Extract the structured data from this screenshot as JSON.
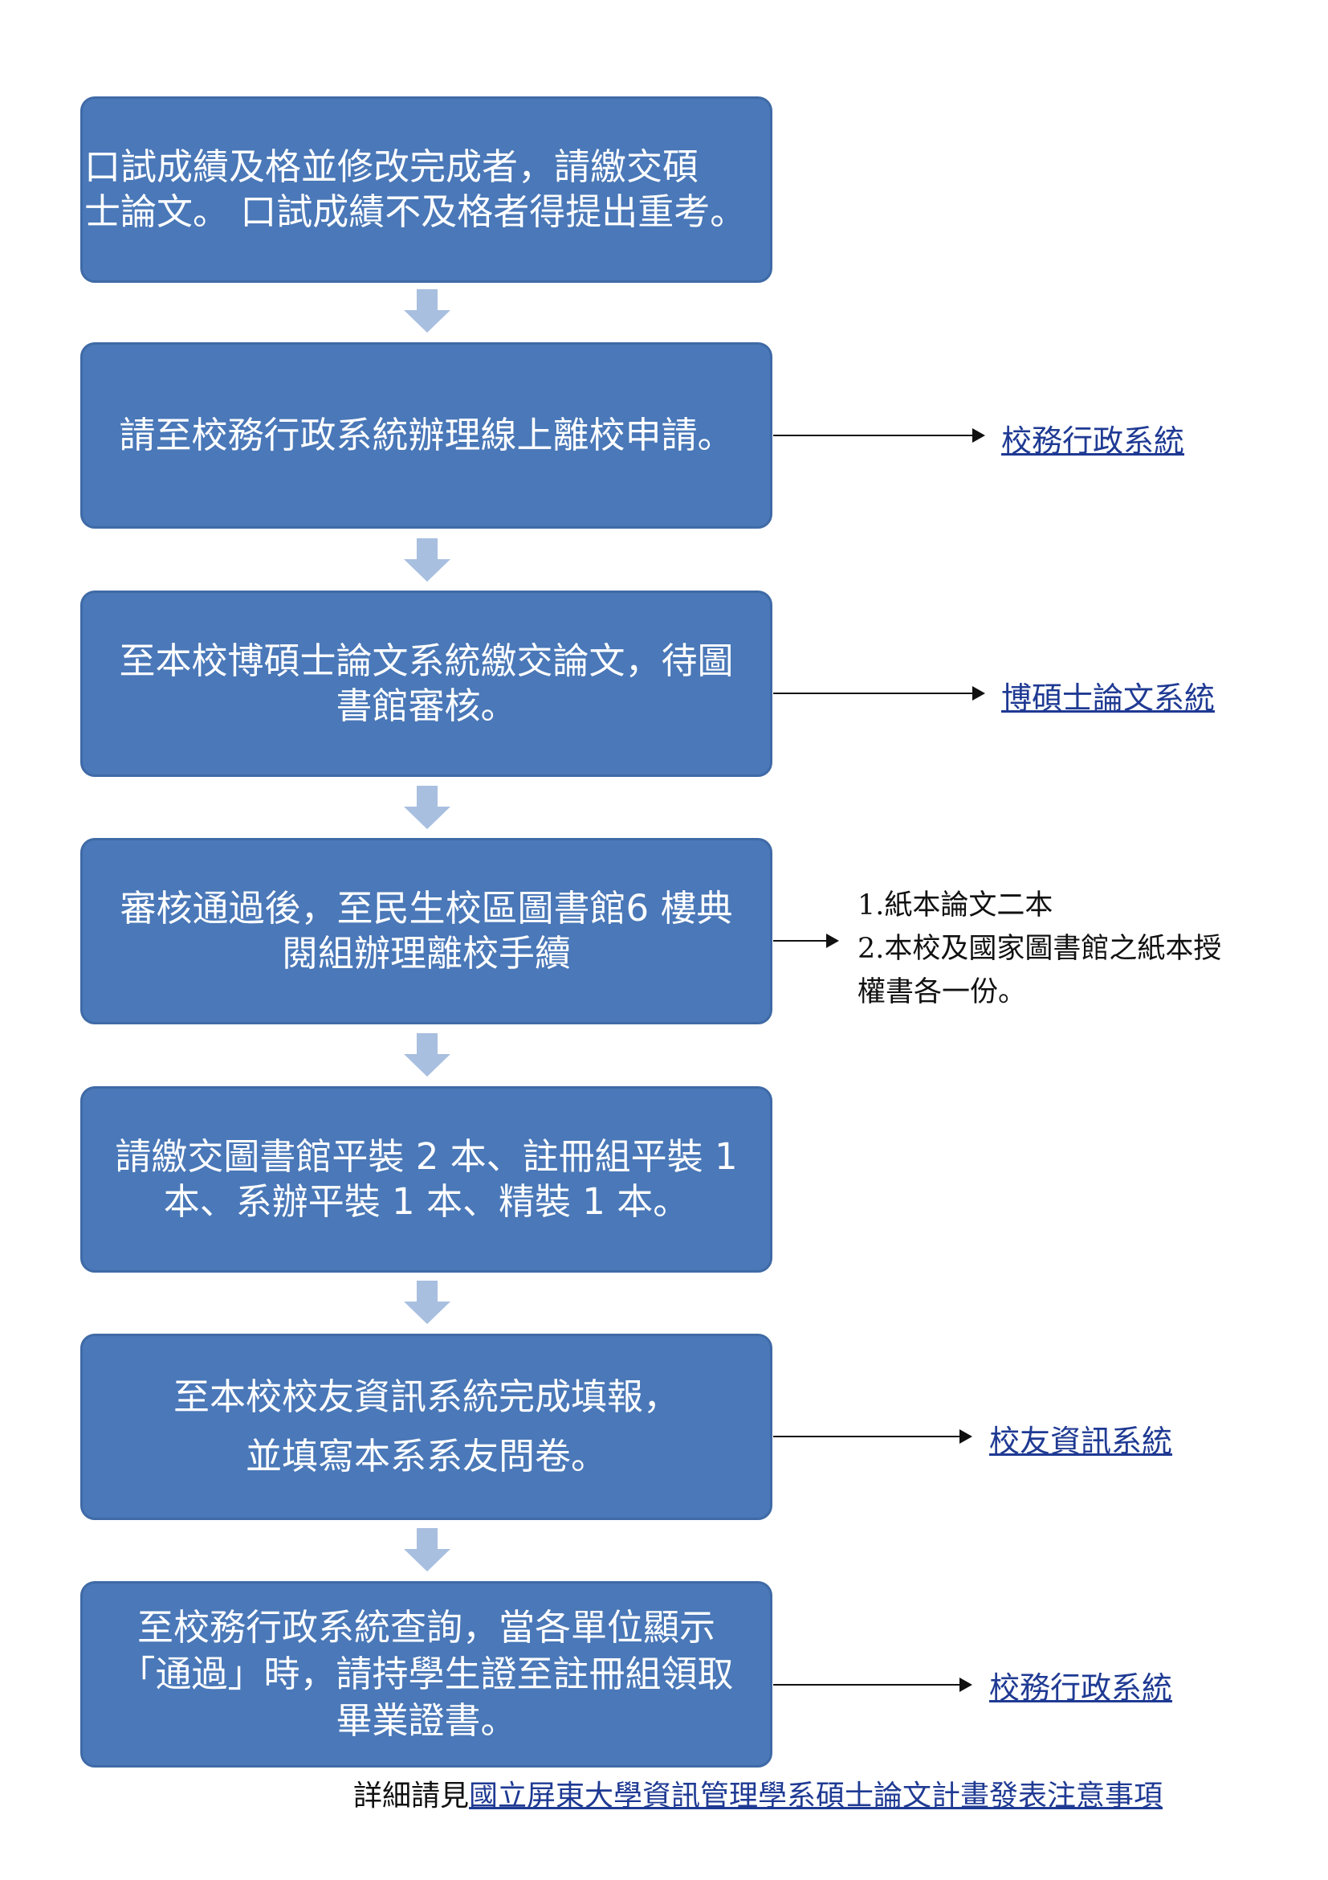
{
  "steps": [
    {
      "lines": [
        "口試成績及格並修改完成者，請繳交碩",
        "士論文。 口試成績不及格者得提出重考。"
      ]
    },
    {
      "lines": [
        "請至校務行政系統辦理線上離校申請。"
      ]
    },
    {
      "lines": [
        "至本校博碩士論文系統繳交論文，待圖",
        "書館審核。"
      ]
    },
    {
      "lines": [
        "審核通過後，至民生校區圖書館6 樓典",
        "閱組辦理離校手續"
      ]
    },
    {
      "lines": [
        "請繳交圖書館平裝 2 本、註冊組平裝 1",
        "本、系辦平裝 1 本、精裝 1 本。"
      ]
    },
    {
      "lines": [
        "至本校校友資訊系統完成填報，",
        "並填寫本系系友問卷。"
      ]
    },
    {
      "lines": [
        "至校務行政系統查詢，當各單位顯示",
        "「通過」時，請持學生證至註冊組領取",
        "畢業證書。"
      ]
    }
  ],
  "links": {
    "step2": "校務行政系統",
    "step3": "博碩士論文系統",
    "step6": "校友資訊系統",
    "step7": "校務行政系統"
  },
  "note": {
    "line1": "1.紙本論文二本",
    "line2": "2.本校及國家圖書館之紙本授",
    "line3": "權書各一份。"
  },
  "footer": {
    "prefix": "詳細請見",
    "link": "國立屏東大學資訊管理學系碩士論文計畫發表注意事項"
  },
  "colors": {
    "box_fill": "#4a78b8",
    "arrow_fill": "#a8bfe0",
    "link": "#1f3a93"
  }
}
